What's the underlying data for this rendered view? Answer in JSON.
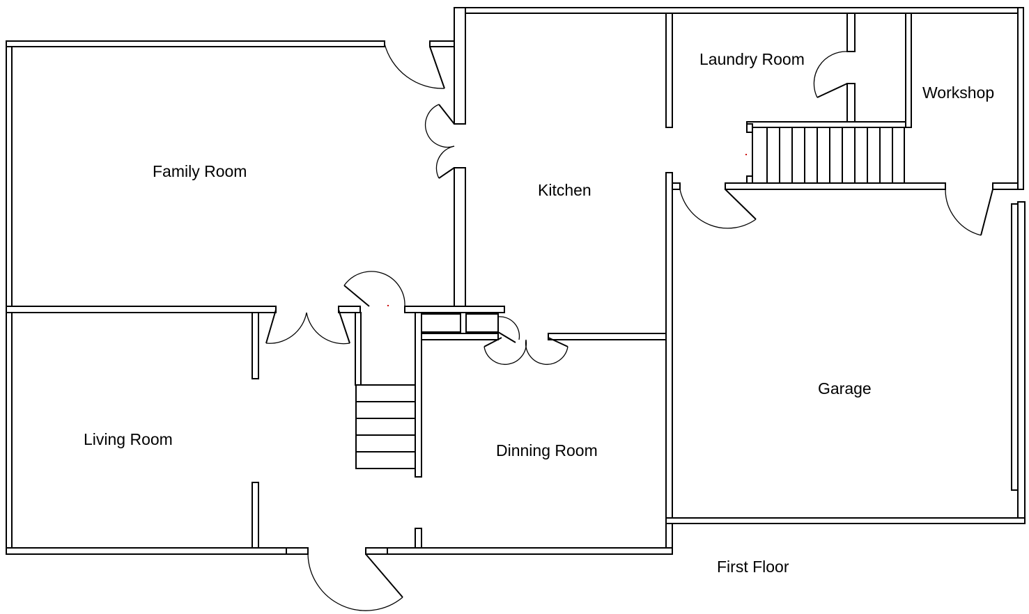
{
  "plan": {
    "caption": "First Floor",
    "rooms": {
      "family_room": "Family Room",
      "kitchen": "Kitchen",
      "laundry_room": "Laundry Room",
      "workshop": "Workshop",
      "living_room": "Living Room",
      "dinning_room": "Dinning Room",
      "garage": "Garage"
    }
  }
}
